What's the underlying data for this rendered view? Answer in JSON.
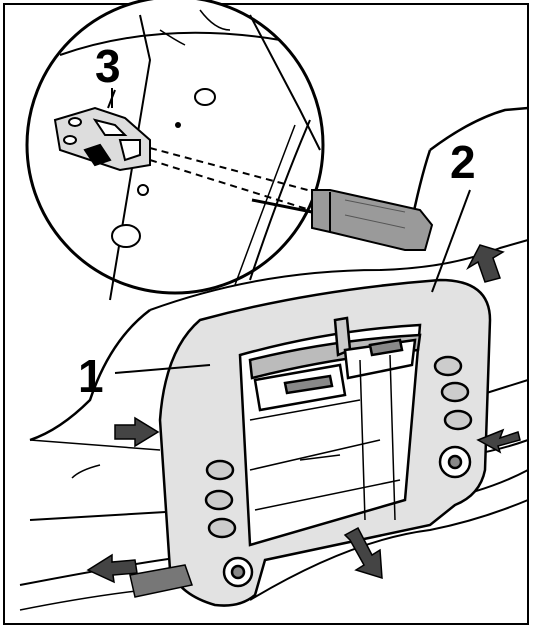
{
  "diagram": {
    "callouts": [
      {
        "id": "callout-1",
        "label": "1"
      },
      {
        "id": "callout-2",
        "label": "2"
      },
      {
        "id": "callout-3",
        "label": "3"
      }
    ]
  }
}
